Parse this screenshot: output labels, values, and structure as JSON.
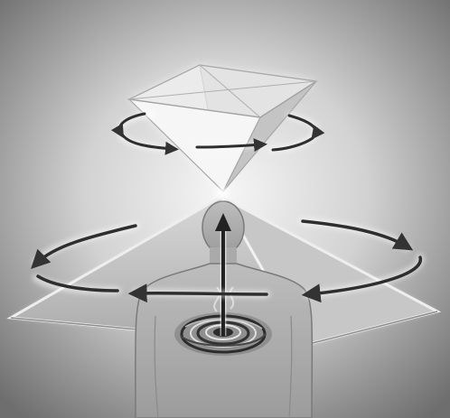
{
  "image": {
    "colors": {
      "background_center": "#f4f4f4",
      "background_edge": "#6e6e6e",
      "glow": "#ffffff",
      "pyramid_face_light": "#f7f7f7",
      "pyramid_face_mid": "#d9d9d9",
      "pyramid_face_dark": "#bdbdbd",
      "pyramid_edge": "#9a9a9a",
      "base_pyramid_fill": "#b9b9b9",
      "figure_fill": "#a8a8a8",
      "figure_outline": "#7a7a7a",
      "arrow_color": "#333333",
      "vortex_dark": "#2c2c2c",
      "vortex_light": "#e0e0e0"
    },
    "elements": {
      "top_pyramid": "inverted-pyramid",
      "bottom_pyramid": "upright-pyramid",
      "figure": "human-silhouette",
      "center_arrow": "upward-arrow",
      "chest_feature": "spiral-vortex",
      "top_rotation": "rotation-arrows-upper",
      "bottom_rotation": "rotation-arrows-lower"
    }
  }
}
